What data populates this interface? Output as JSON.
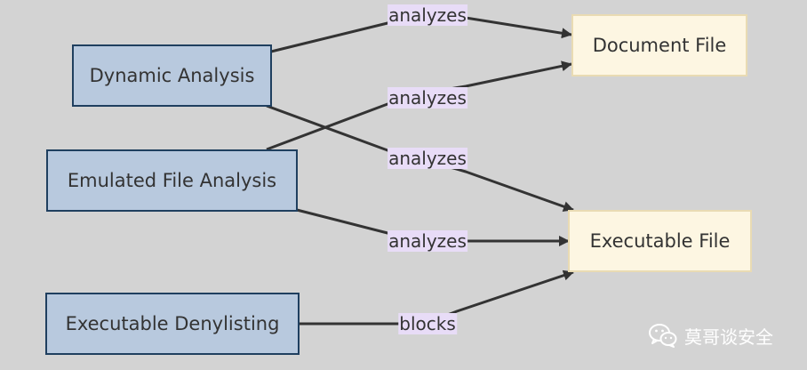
{
  "diagram": {
    "nodes": {
      "dynamic_analysis": "Dynamic Analysis",
      "emulated_file_analysis": "Emulated File Analysis",
      "executable_denylisting": "Executable Denylisting",
      "document_file": "Document File",
      "executable_file": "Executable File"
    },
    "edges": [
      {
        "from": "Dynamic Analysis",
        "to": "Document File",
        "label": "analyzes"
      },
      {
        "from": "Emulated File Analysis",
        "to": "Document File",
        "label": "analyzes"
      },
      {
        "from": "Dynamic Analysis",
        "to": "Executable File",
        "label": "analyzes"
      },
      {
        "from": "Emulated File Analysis",
        "to": "Executable File",
        "label": "analyzes"
      },
      {
        "from": "Executable Denylisting",
        "to": "Executable File",
        "label": "blocks"
      }
    ]
  },
  "watermark": {
    "text": "莫哥谈安全",
    "icon": "wechat-icon"
  }
}
